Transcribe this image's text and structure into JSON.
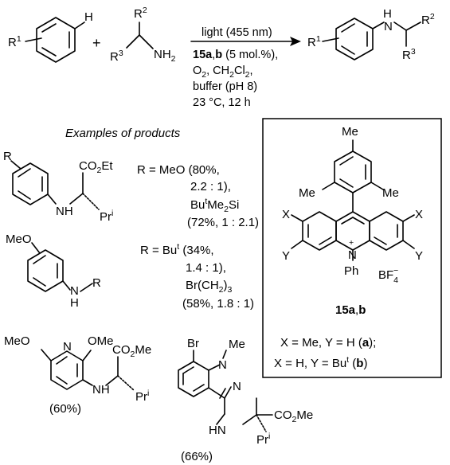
{
  "reaction": {
    "reactant1_substituent": "R",
    "reactant1_substituent_sup": "1",
    "reactant1_h": "H",
    "plus": "+",
    "reactant2_r2": "R",
    "reactant2_r2_sup": "2",
    "reactant2_r3": "R",
    "reactant2_r3_sup": "3",
    "reactant2_nh2": "NH",
    "reactant2_nh2_sub": "2",
    "product_r1": "R",
    "product_r1_sup": "1",
    "product_nh": "H",
    "product_n": "N",
    "product_r2": "R",
    "product_r2_sup": "2",
    "product_r3": "R",
    "product_r3_sup": "3"
  },
  "conditions": {
    "line1": "light (455 nm)",
    "line2_bold_a": "15a",
    "line2_comma": ",",
    "line2_bold_b": "b",
    "line2_rest": " (5 mol.%),",
    "line3_pre": "O",
    "line3_sub": "2",
    "line3_mid": ", CH",
    "line3_sub2": "2",
    "line3_cl": "Cl",
    "line3_sub3": "2",
    "line3_end": ",",
    "line4": "buffer (pH 8)",
    "line5": "23 °C, 12 h"
  },
  "examples": {
    "title": "Examples of products",
    "ex1": {
      "r": "R",
      "ester": "CO",
      "ester_sub": "2",
      "ester_end": "Et",
      "nh": "NH",
      "pr": "Pr",
      "pr_sup": "i",
      "desc1": "R = MeO (80%,",
      "desc2": "2.2 : 1),",
      "desc3_a": "Bu",
      "desc3_sup": "t",
      "desc3_b": "Me",
      "desc3_sub": "2",
      "desc3_c": "Si",
      "desc4": "(72%, 1 : 2.1)"
    },
    "ex2": {
      "meo": "MeO",
      "n": "N",
      "h": "H",
      "r": "R",
      "desc1_a": "R = Bu",
      "desc1_sup": "t",
      "desc1_b": " (34%,",
      "desc2": "1.4 : 1),",
      "desc3_a": "Br(CH",
      "desc3_sub": "2",
      "desc3_b": ")",
      "desc3_sub2": "3",
      "desc4": "(58%, 1.8 : 1)"
    },
    "ex3": {
      "meo": "MeO",
      "n": "N",
      "ome": "OMe",
      "ester": "CO",
      "ester_sub": "2",
      "ester_end": "Me",
      "nh": "NH",
      "pr": "Pr",
      "pr_sup": "i",
      "yield": "(60%)"
    },
    "ex4": {
      "br": "Br",
      "me": "Me",
      "n1": "N",
      "n2": "N",
      "hn": "HN",
      "ester": "CO",
      "ester_sub": "2",
      "ester_end": "Me",
      "pr": "Pr",
      "pr_sup": "i",
      "yield": "(66%)"
    }
  },
  "catalyst": {
    "me_top": "Me",
    "me_left": "Me",
    "me_right": "Me",
    "x_left": "X",
    "x_right": "X",
    "y_left": "Y",
    "y_right": "Y",
    "n": "N",
    "n_charge": "+",
    "ph": "Ph",
    "bf": "BF",
    "bf_sub": "4",
    "bf_sup": "−",
    "label_a": "15a",
    "label_comma": ",",
    "label_b": "b",
    "line_a_pre": "X = Me, Y = H (",
    "line_a_bold": "a",
    "line_a_post": ");",
    "line_b_pre": "X = H, Y = Bu",
    "line_b_sup": "t",
    "line_b_mid": " (",
    "line_b_bold": "b",
    "line_b_post": ")"
  }
}
